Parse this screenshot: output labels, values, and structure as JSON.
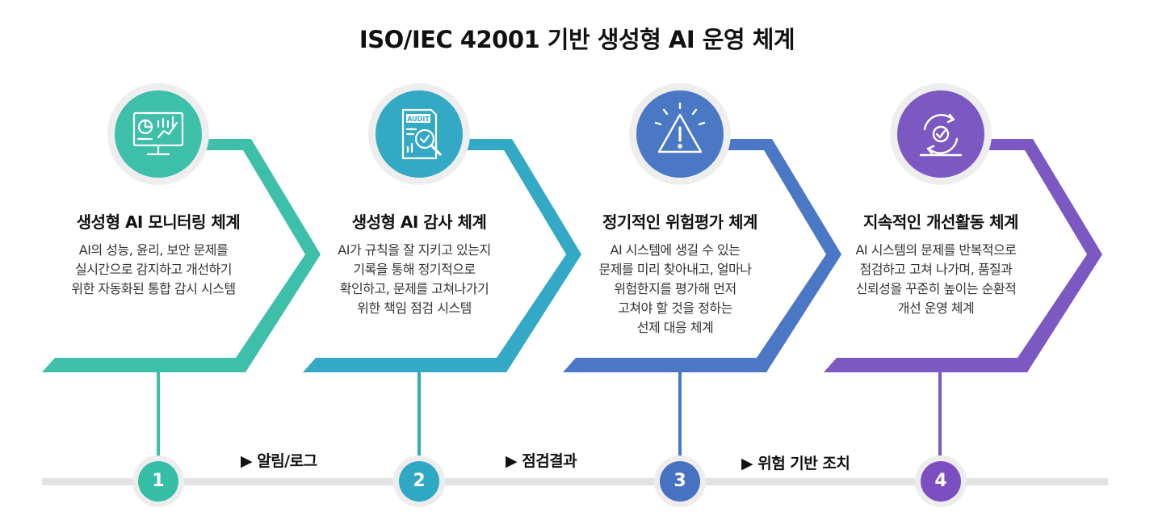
{
  "title": "ISO/IEC 42001 기반 생성형 AI 운영 체계",
  "steps": [
    {
      "number": "1",
      "heading": "생성형 AI 모니터링 체계",
      "description": "AI의 성능, 윤리, 보안 문제를\n실시간으로 감지하고 개선하기\n위한 자동화된 통합 감시 시스템",
      "icon": "monitor-dashboard-icon",
      "color": "#3dbfaa",
      "circle_color": "#35bda6"
    },
    {
      "number": "2",
      "heading": "생성형 AI 감사 체계",
      "description": "AI가 규칙을 잘 지키고 있는지\n기록을 통해 정기적으로\n확인하고, 문제를 고쳐나가기\n위한 책임 점검 시스템",
      "icon": "audit-report-icon",
      "icon_text": "AUDIT",
      "color": "#33a9c6",
      "circle_color": "#2fa8c4"
    },
    {
      "number": "3",
      "heading": "정기적인 위험평가 체계",
      "description": "AI 시스템에 생길 수 있는\n문제를 미리 찾아내고, 얼마나\n위험한지를 평가해 먼저\n고쳐야 할 것을 정하는\n선제 대응 체계",
      "icon": "warning-triangle-icon",
      "color": "#4a78c4",
      "circle_color": "#4672c1"
    },
    {
      "number": "4",
      "heading": "지속적인 개선활동 체계",
      "description": "AI 시스템의 문제를 반복적으로\n점검하고 고쳐 나가며, 품질과\n신뢰성을 꾸준히 높이는 순환적\n개선 운영 체계",
      "icon": "cycle-check-icon",
      "color": "#7c59c2",
      "circle_color": "#7b4fc0"
    }
  ],
  "flows": [
    {
      "label": "▶ 알림/로그"
    },
    {
      "label": "▶ 점검결과"
    },
    {
      "label": "▶ 위험 기반 조치"
    }
  ]
}
